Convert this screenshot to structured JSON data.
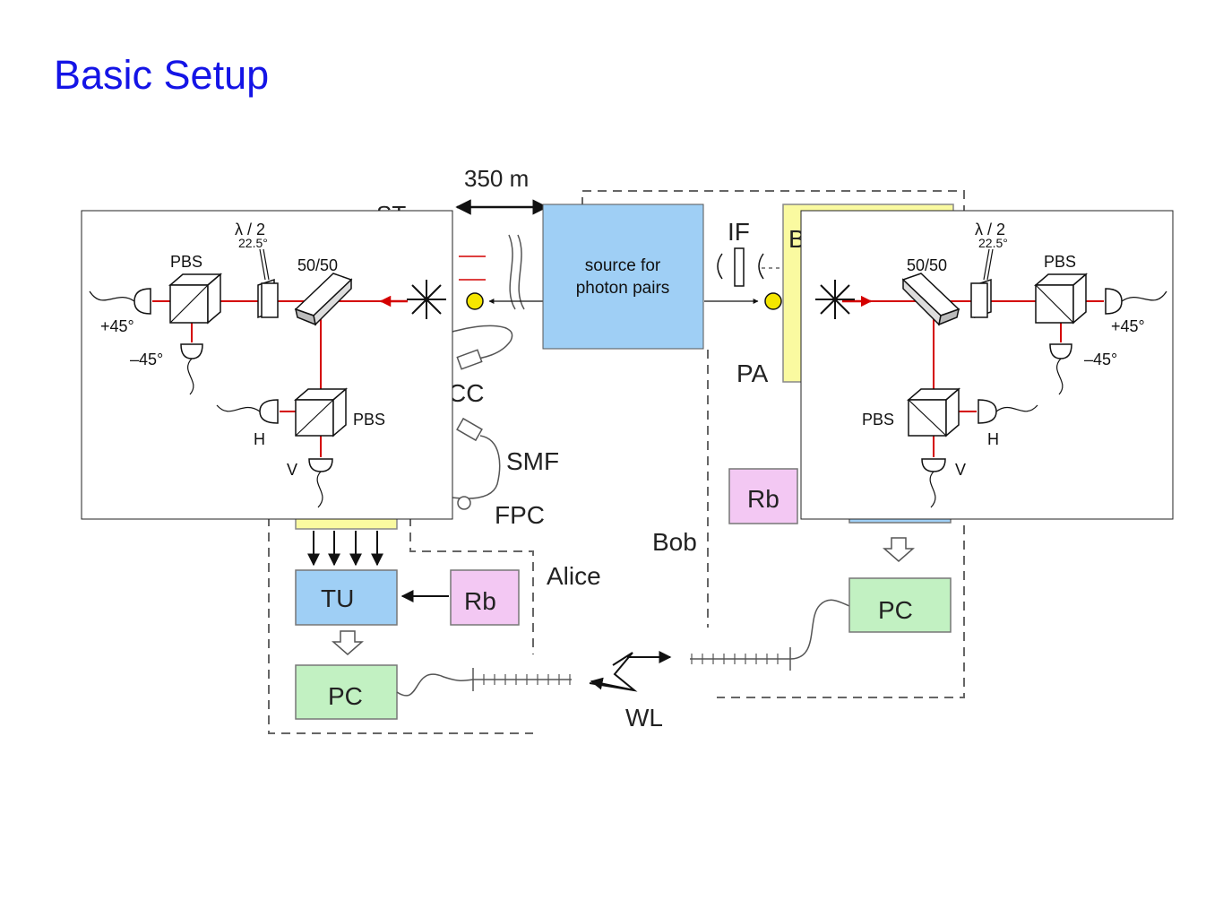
{
  "title": "Basic Setup",
  "distance_label": "350 m",
  "source_label_line1": "source for",
  "source_label_line2": "photon pairs",
  "labels": {
    "if": "IF",
    "pa": "PA",
    "cc": "CC",
    "smf": "SMF",
    "fpc": "FPC",
    "alice": "Alice",
    "bob": "Bob",
    "wl": "WL",
    "tu": "TU",
    "rb": "Rb",
    "pc": "PC"
  },
  "inset": {
    "half_wave": "λ / 2",
    "angle": "22.5°",
    "pbs": "PBS",
    "splitter": "50/50",
    "plus45": "+45°",
    "minus45": "–45°",
    "h": "H",
    "v": "V"
  },
  "colors": {
    "blue_box": "#9fcff5",
    "green_box": "#c2f1c2",
    "pink_box": "#f3c8f3",
    "yellow_box": "#fafaa0",
    "beam": "#d40000",
    "title": "#1414e6"
  }
}
